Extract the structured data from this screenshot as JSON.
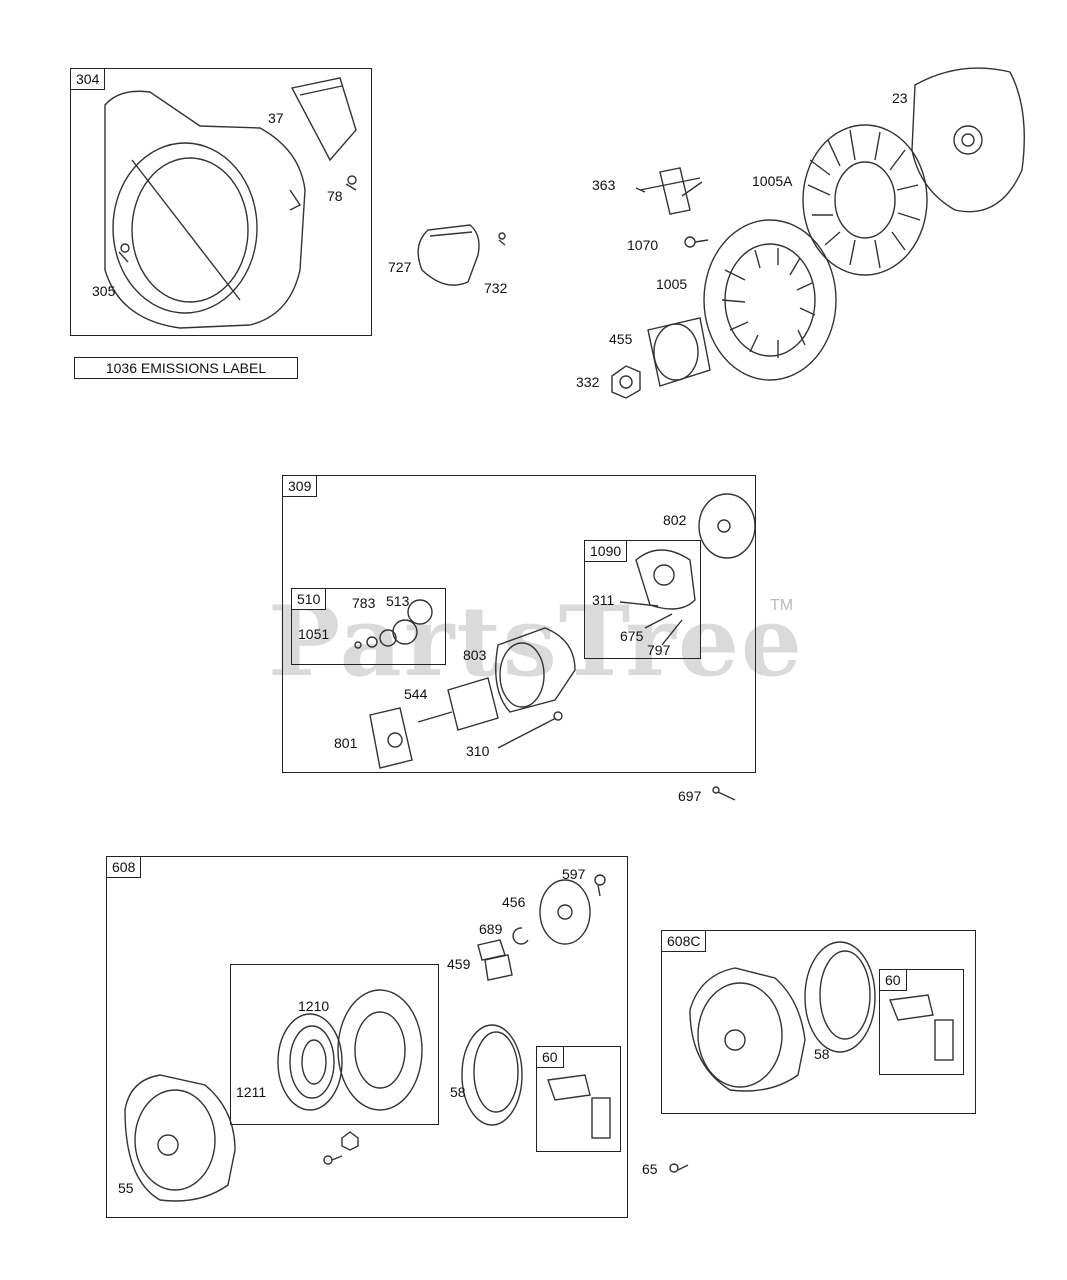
{
  "watermark": {
    "text": "PartsTree",
    "tm": "TM"
  },
  "emissions_label": "1036 EMISSIONS LABEL",
  "boxes": {
    "b304": "304",
    "b309": "309",
    "b510": "510",
    "b1090": "1090",
    "b608": "608",
    "b608c": "608C",
    "b60a": "60",
    "b60b": "60"
  },
  "labels": {
    "p37": "37",
    "p78": "78",
    "p305": "305",
    "p727": "727",
    "p732": "732",
    "p363": "363",
    "p23": "23",
    "p1005A": "1005A",
    "p1070": "1070",
    "p1005": "1005",
    "p455": "455",
    "p332": "332",
    "p802": "802",
    "p311": "311",
    "p675": "675",
    "p797": "797",
    "p783": "783",
    "p513": "513",
    "p1051": "1051",
    "p803": "803",
    "p544": "544",
    "p801": "801",
    "p310": "310",
    "p697": "697",
    "p597": "597",
    "p456": "456",
    "p689": "689",
    "p459": "459",
    "p1210": "1210",
    "p1211": "1211",
    "p58a": "58",
    "p55": "55",
    "p58b": "58",
    "p65": "65"
  }
}
